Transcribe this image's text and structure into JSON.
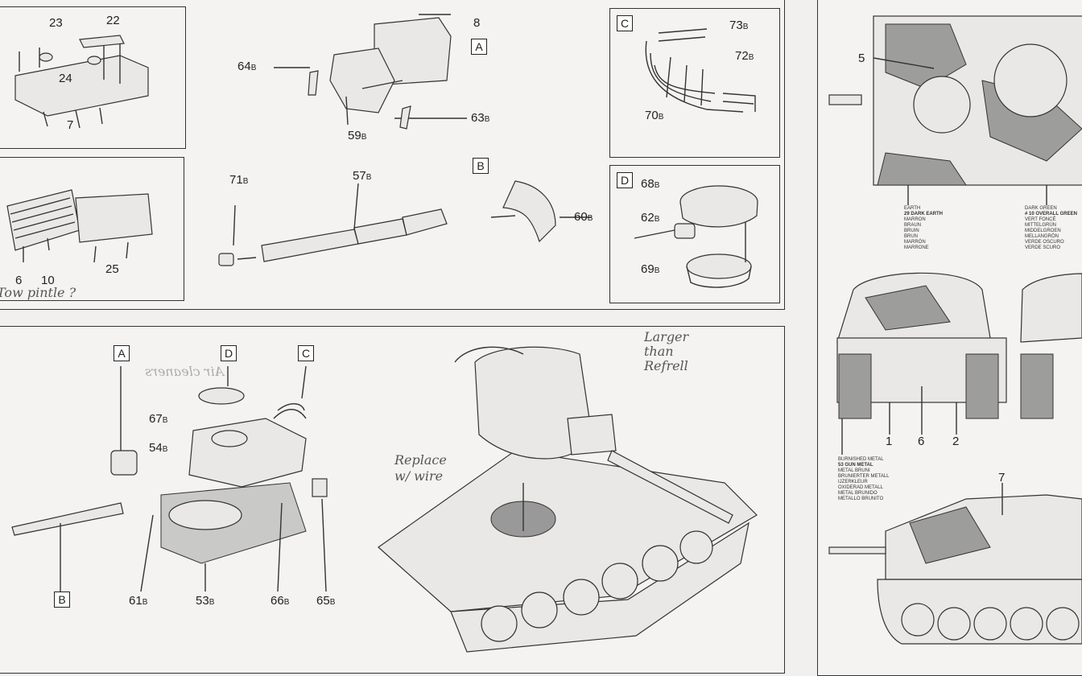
{
  "panel_top_left": {
    "labels": [
      "23",
      "22",
      "24",
      "7"
    ]
  },
  "panel_hitch": {
    "labels": [
      "6",
      "10",
      "25"
    ],
    "note": "Tow pintle ?"
  },
  "mantlet_assembly": {
    "labels": {
      "p8": "8",
      "p64": "64",
      "p59": "59",
      "p63": "63"
    },
    "box": "A",
    "suffix": "B"
  },
  "gun_assembly": {
    "labels": {
      "p71": "71",
      "p57": "57",
      "p60": "60"
    },
    "box": "B",
    "suffix": "B"
  },
  "panel_c": {
    "box": "C",
    "labels": {
      "p73": "73",
      "p72": "72",
      "p70": "70"
    }
  },
  "panel_d": {
    "box": "D",
    "labels": {
      "p68": "68",
      "p62": "62",
      "p69": "69"
    }
  },
  "note_larger": "Larger than Refrell",
  "turret_assembly": {
    "boxes": {
      "a": "A",
      "d": "D",
      "c": "C",
      "b": "B"
    },
    "labels": {
      "p67": "67",
      "p54": "54",
      "p61": "61",
      "p53": "53",
      "p66": "66",
      "p65": "65"
    },
    "mirrored_note": "Air cleaners",
    "note_wire": "Replace w/ wire"
  },
  "painting_guide": {
    "callouts": {
      "c5": "5",
      "c1": "1",
      "c6": "6",
      "c2": "2",
      "c7": "7"
    },
    "earth": [
      "Earth",
      "29 Dark Earth",
      "Marron",
      "Braun",
      "Bruin",
      "Brun",
      "Marrón",
      "Marrone"
    ],
    "green": [
      "Dark Green",
      "# 10 Overall Green",
      "Vert Foncé",
      "Mittelgrün",
      "Middelgroen",
      "Mellangrön",
      "Verde Oscuro",
      "Verde Scuro"
    ],
    "metal": [
      "Burnished Metal",
      "53 Gun Metal",
      "Metal Bruni",
      "Brunierter Metall",
      "IJzerkleur",
      "Oxiderad Metall",
      "Metal Brunido",
      "Metallo Brunito"
    ]
  },
  "colors": {
    "line": "#333333",
    "paper": "#f1f0ee",
    "camo": "#9d9d9b"
  }
}
